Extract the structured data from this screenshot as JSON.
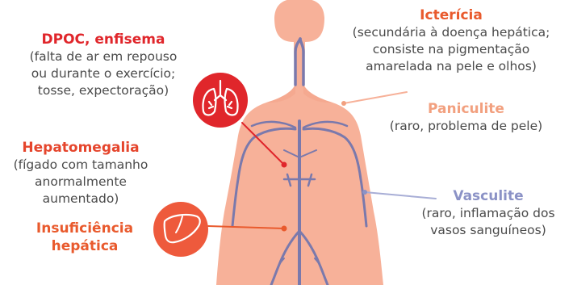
{
  "labels": {
    "copd": {
      "title": "DPOC, enfisema",
      "desc": "(falta de ar em repouso\nou durante o exercício;\ntosse, expectoração)",
      "color": "#e0262b"
    },
    "jaundice": {
      "title": "Icterícia",
      "desc": "(secundária à doença hepática;\nconsiste na pigmentação\namarelada na pele e olhos)",
      "color": "#e95a2d"
    },
    "panniculitis": {
      "title": "Paniculite",
      "desc": "(raro, problema de pele)",
      "color": "#f2a07f"
    },
    "hepatomegaly": {
      "title": "Hepatomegalia",
      "desc": "(fígado com tamanho\nanormalmente\naumentado)",
      "color": "#e5452c"
    },
    "vasculitis": {
      "title": "Vasculite",
      "desc": "(raro, inflamação dos\nvasos sanguíneos)",
      "color": "#8b92c6"
    },
    "liver_failure": {
      "title": "Insuficiência\nhepática",
      "color": "#e95a2d"
    }
  },
  "icons": {
    "lungs": "lungs-icon",
    "liver": "liver-icon"
  },
  "colors": {
    "skin": "#f7b199",
    "skin_shadow": "#f29c82",
    "vessel": "#7a79ac",
    "circle_red": "#e0262b",
    "circle_orange": "#ee5a3c"
  }
}
